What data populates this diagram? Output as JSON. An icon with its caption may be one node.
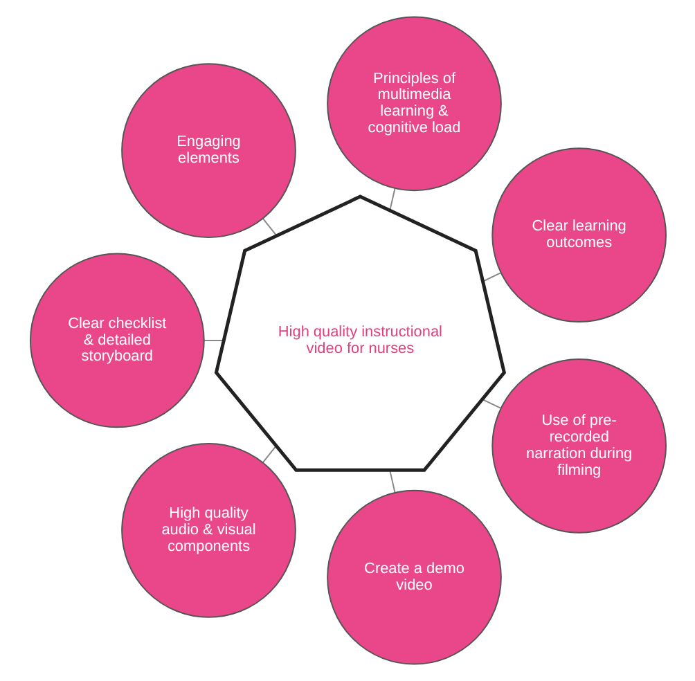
{
  "diagram": {
    "nodes": [
      {
        "text": [
          "High quality instructional video for nurses"
        ]
      },
      {
        "text": [
          "Clear learning outcomes"
        ]
      },
      {
        "text": [
          "Principles of multimedia learning & cognitive load"
        ]
      },
      {
        "text": [
          "Engaging elements"
        ]
      },
      {
        "text": [
          "Clear checklist & detailed storyboard"
        ]
      },
      {
        "text": [
          "High quality audio & visual components"
        ]
      },
      {
        "text": [
          "Create a demo video"
        ]
      },
      {
        "text": [
          "Use of pre-recorded narration during filming"
        ]
      }
    ],
    "edges": [
      {
        "from": 0,
        "to": 1,
        "arrow": "none"
      },
      {
        "from": 0,
        "to": 2,
        "arrow": "none"
      },
      {
        "from": 0,
        "to": 3,
        "arrow": "none"
      },
      {
        "from": 0,
        "to": 4,
        "arrow": "none"
      },
      {
        "from": 0,
        "to": 5,
        "arrow": "none"
      },
      {
        "from": 0,
        "to": 6,
        "arrow": "none"
      },
      {
        "from": 0,
        "to": 7,
        "arrow": "none"
      }
    ]
  }
}
